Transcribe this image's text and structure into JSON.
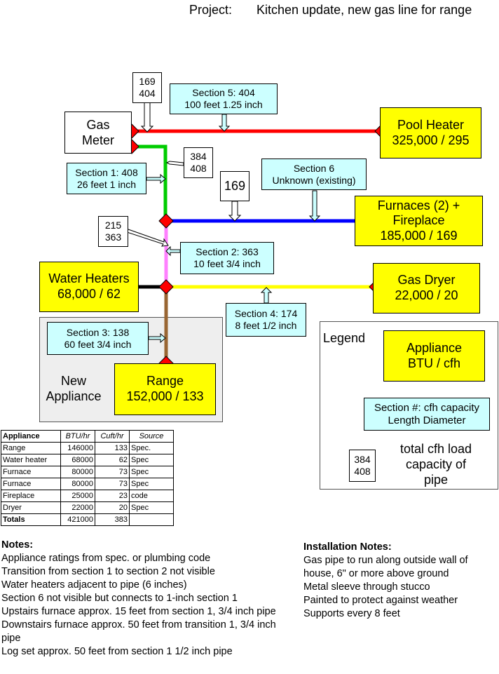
{
  "header": {
    "label": "Project:",
    "title": "Kitchen update, new gas line for range"
  },
  "meter": {
    "name": "Gas\nMeter"
  },
  "appliances": {
    "pool_heater": {
      "name": "Pool Heater",
      "rating": "325,000 / 295"
    },
    "furnaces": {
      "name": "Furnaces (2) +\nFireplace",
      "rating": "185,000 / 169"
    },
    "water_heaters": {
      "name": "Water Heaters",
      "rating": "68,000 / 62"
    },
    "gas_dryer": {
      "name": "Gas Dryer",
      "rating": "22,000 / 20"
    },
    "range": {
      "name": "Range",
      "rating": "152,000 / 133"
    }
  },
  "sections": {
    "s1": {
      "title": "Section 1: 408",
      "spec": "26 feet 1 inch"
    },
    "s2": {
      "title": "Section 2: 363",
      "spec": "10 feet 3/4 inch"
    },
    "s3": {
      "title": "Section 3: 138",
      "spec": "60 feet 3/4 inch"
    },
    "s4": {
      "title": "Section 4: 174",
      "spec": "8 feet 1/2 inch"
    },
    "s5": {
      "title": "Section 5: 404",
      "spec": "100 feet 1.25 inch"
    },
    "s6": {
      "title": "Section 6",
      "spec": "Unknown (existing)"
    }
  },
  "loads": {
    "top": {
      "load": "169",
      "capacity": "404"
    },
    "s1": {
      "load": "384",
      "capacity": "408"
    },
    "furnace": {
      "load": "169"
    },
    "s2": {
      "load": "215",
      "capacity": "363"
    }
  },
  "new_appliance": "New\nAppliance",
  "legend": {
    "title": "Legend",
    "appliance": "Appliance\nBTU / cfh",
    "section": "Section #: cfh capacity\nLength Diameter",
    "load_box": {
      "load": "384",
      "capacity": "408"
    },
    "load_text": "total cfh load\ncapacity of\npipe"
  },
  "table": {
    "headers": [
      "Appliance",
      "BTU/hr",
      "Cuft/hr",
      "Source"
    ],
    "rows": [
      [
        "Range",
        "146000",
        "133",
        "Spec."
      ],
      [
        "Water heater",
        "68000",
        "62",
        "Spec"
      ],
      [
        "Furnace",
        "80000",
        "73",
        "Spec"
      ],
      [
        "Furnace",
        "80000",
        "73",
        "Spec"
      ],
      [
        "Fireplace",
        "25000",
        "23",
        "code"
      ],
      [
        "Dryer",
        "22000",
        "20",
        "Spec"
      ]
    ],
    "totals": [
      "Totals",
      "421000",
      "383",
      ""
    ]
  },
  "notes": {
    "title": "Notes:",
    "lines": [
      "Appliance ratings from spec. or plumbing code",
      "Transition from section 1 to section 2 not visible",
      "Water heaters adjacent to pipe (6 inches)",
      "Section 6 not visible but connects to 1-inch section 1",
      "Upstairs furnace approx. 15 feet from section 1, 3/4 inch pipe",
      "Downstairs furnace approx. 50 feet from transition 1, 3/4 inch pipe",
      "Log set approx. 50 feet from section 1 1/2 inch pipe"
    ]
  },
  "install_notes": {
    "title": "Installation Notes:",
    "lines": [
      "Gas pipe to run along outside wall of house, 6\" or more above ground",
      "Metal sleeve through stucco",
      "Painted to protect against weather",
      "Supports every 8 feet"
    ]
  },
  "colors": {
    "section1": "#00cc00",
    "section2": "#ff80ff",
    "section3": "#996633",
    "section4": "#ffff00",
    "section5": "#ff0000",
    "section6": "#0000ff",
    "valve": "#ff0000",
    "appliance_fill": "#ffff00",
    "section_fill": "#ccffff",
    "new_area_fill": "#eeeeee"
  }
}
